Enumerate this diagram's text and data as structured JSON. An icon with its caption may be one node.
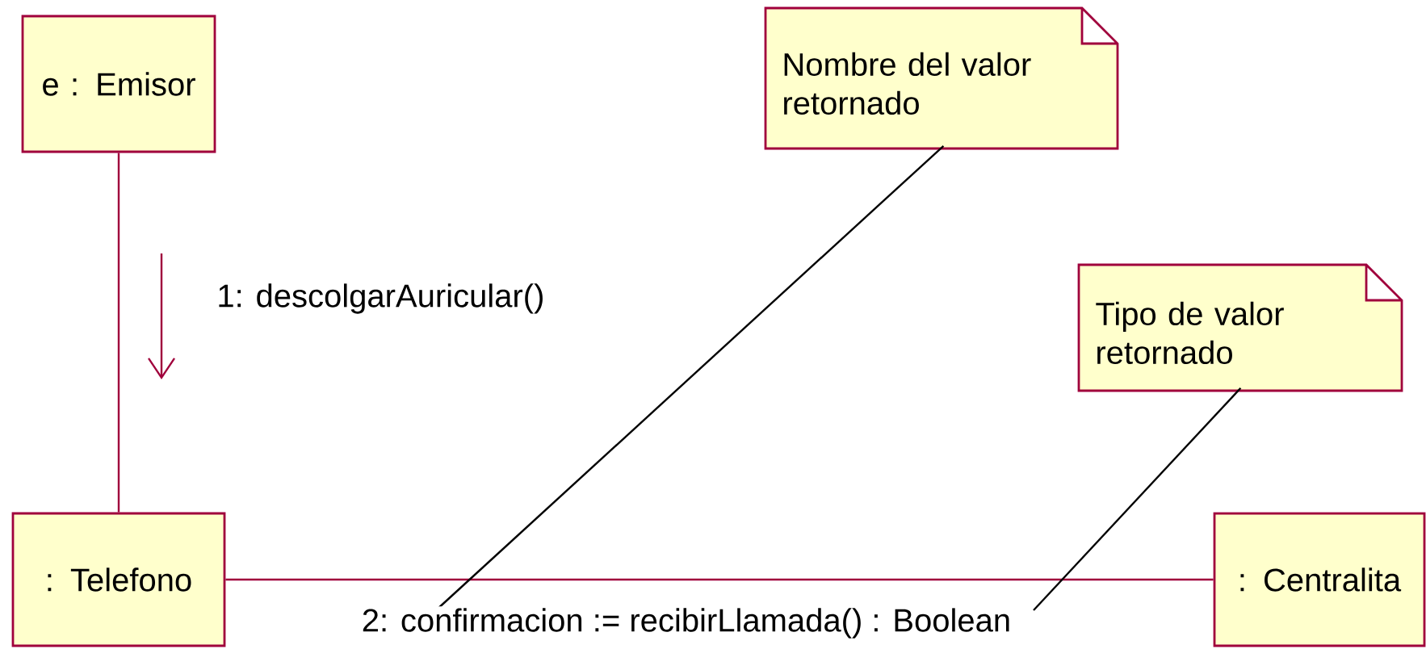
{
  "diagram": {
    "nodes": [
      {
        "text": [
          "e : Emisor"
        ]
      },
      {
        "text": [
          ": Telefono"
        ]
      },
      {
        "text": [
          ": Centralita"
        ]
      },
      {
        "text": [
          "Nombre del valor retornado"
        ]
      },
      {
        "text": [
          "Tipo de valor retornado"
        ]
      }
    ],
    "edges": [
      {
        "from": 0,
        "to": 1,
        "arrow": "none",
        "label": "1: descolgarAuricular()"
      },
      {
        "from": 1,
        "to": 2,
        "arrow": "none",
        "label": "2: confirmacion := recibirLlamada() : Boolean"
      },
      {
        "from": 3,
        "to": null,
        "arrow": "none",
        "color": "#000000"
      },
      {
        "from": 4,
        "to": null,
        "arrow": "none",
        "color": "#000000"
      }
    ]
  }
}
